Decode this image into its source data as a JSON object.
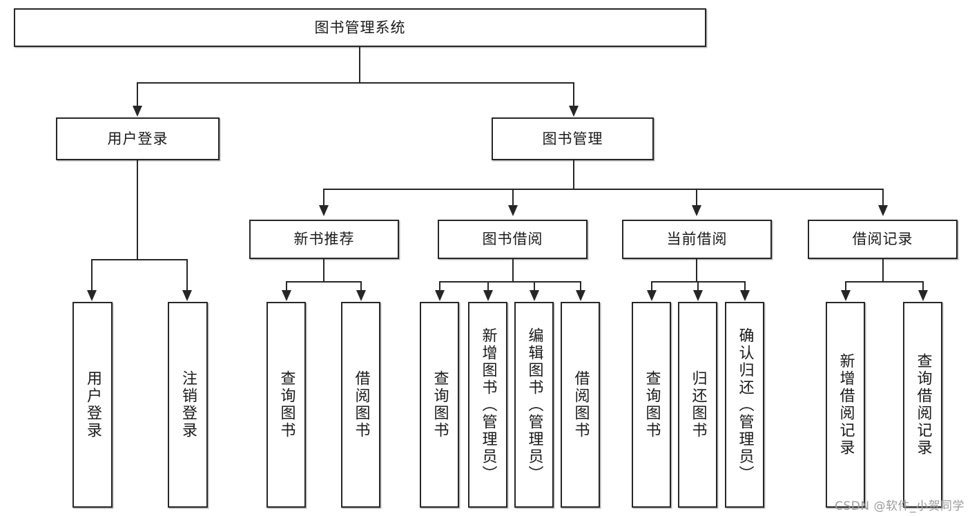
{
  "diagram": {
    "title": "图书管理系统",
    "type": "tree",
    "root": {
      "label": "图书管理系统"
    },
    "level2": [
      {
        "label": "用户登录"
      },
      {
        "label": "图书管理"
      }
    ],
    "level3": [
      {
        "label": "新书推荐"
      },
      {
        "label": "图书借阅"
      },
      {
        "label": "当前借阅"
      },
      {
        "label": "借阅记录"
      }
    ],
    "leaves": {
      "user_login": [
        {
          "label": "用户登录"
        },
        {
          "label": "注销登录"
        }
      ],
      "new_book_recommend": [
        {
          "label": "查询图书"
        },
        {
          "label": "借阅图书"
        }
      ],
      "book_borrow": [
        {
          "label": "查询图书"
        },
        {
          "label": "新增图书（管理员）"
        },
        {
          "label": "编辑图书（管理员）"
        },
        {
          "label": "借阅图书"
        }
      ],
      "current_borrow": [
        {
          "label": "查询图书"
        },
        {
          "label": "归还图书"
        },
        {
          "label": "确认归还（管理员）"
        }
      ],
      "borrow_record": [
        {
          "label": "新增借阅记录"
        },
        {
          "label": "查询借阅记录"
        }
      ]
    }
  },
  "watermark": {
    "text": "CSDN @软件_小贺同学"
  },
  "colors": {
    "stroke": "#262626",
    "text": "#1a1a1a",
    "background": "#ffffff",
    "watermark": "#9b9b9b"
  }
}
